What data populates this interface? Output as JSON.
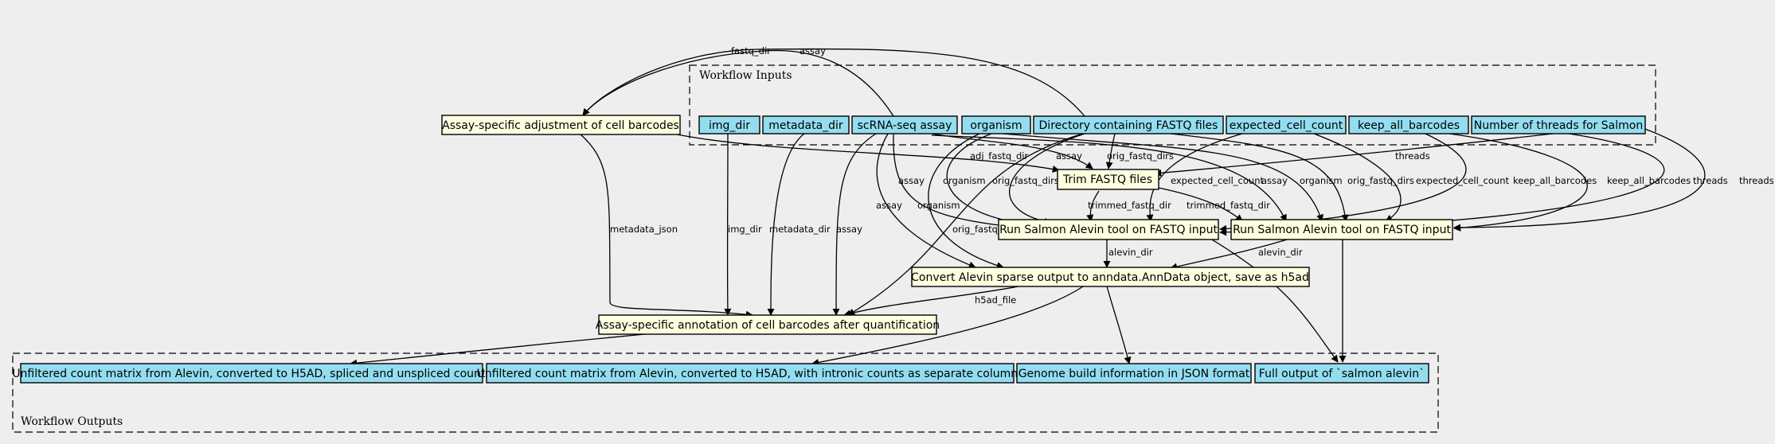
{
  "clusters": {
    "inputs": "Workflow Inputs",
    "outputs": "Workflow Outputs"
  },
  "inputs": {
    "img_dir": "img_dir",
    "metadata_dir": "metadata_dir",
    "scrna_assay": "scRNA-seq assay",
    "organism": "organism",
    "fastq_dir": "Directory containing FASTQ files",
    "expected_cell_count": "expected_cell_count",
    "keep_all_barcodes": "keep_all_barcodes",
    "threads": "Number of threads for Salmon"
  },
  "steps": {
    "adjust_barcodes": "Assay-specific adjustment of cell barcodes",
    "trim_fastq": "Trim FASTQ files",
    "salmon_a": "Run Salmon Alevin tool on FASTQ input",
    "salmon_b": "Run Salmon Alevin tool on FASTQ input",
    "convert_h5ad": "Convert Alevin sparse output to anndata.AnnData object, save as h5ad",
    "annotate_barcodes": "Assay-specific annotation of cell barcodes after quantification"
  },
  "outputs": {
    "h5ad_spliced": "Unfiltered count matrix from Alevin, converted to H5AD, spliced and unspliced counts",
    "h5ad_intronic": "Unfiltered count matrix from Alevin, converted to H5AD, with intronic counts as separate columns",
    "genome_build": "Genome build information in JSON format",
    "salmon_full": "Full output of `salmon alevin`"
  },
  "edge_labels": {
    "fastq_dir": "fastq_dir",
    "assay": "assay",
    "adj_fastq_dir": "adj_fastq_dir",
    "orig_fastq_dirs": "orig_fastq_dirs",
    "organism": "organism",
    "expected_cell_count": "expected_cell_count",
    "keep_all_barcodes": "keep_all_barcodes",
    "threads": "threads",
    "trimmed_fastq_dir": "trimmed_fastq_dir",
    "alevin_dir": "alevin_dir",
    "metadata_json": "metadata_json",
    "img_dir": "img_dir",
    "metadata_dir": "metadata_dir",
    "h5ad_file": "h5ad_file"
  }
}
